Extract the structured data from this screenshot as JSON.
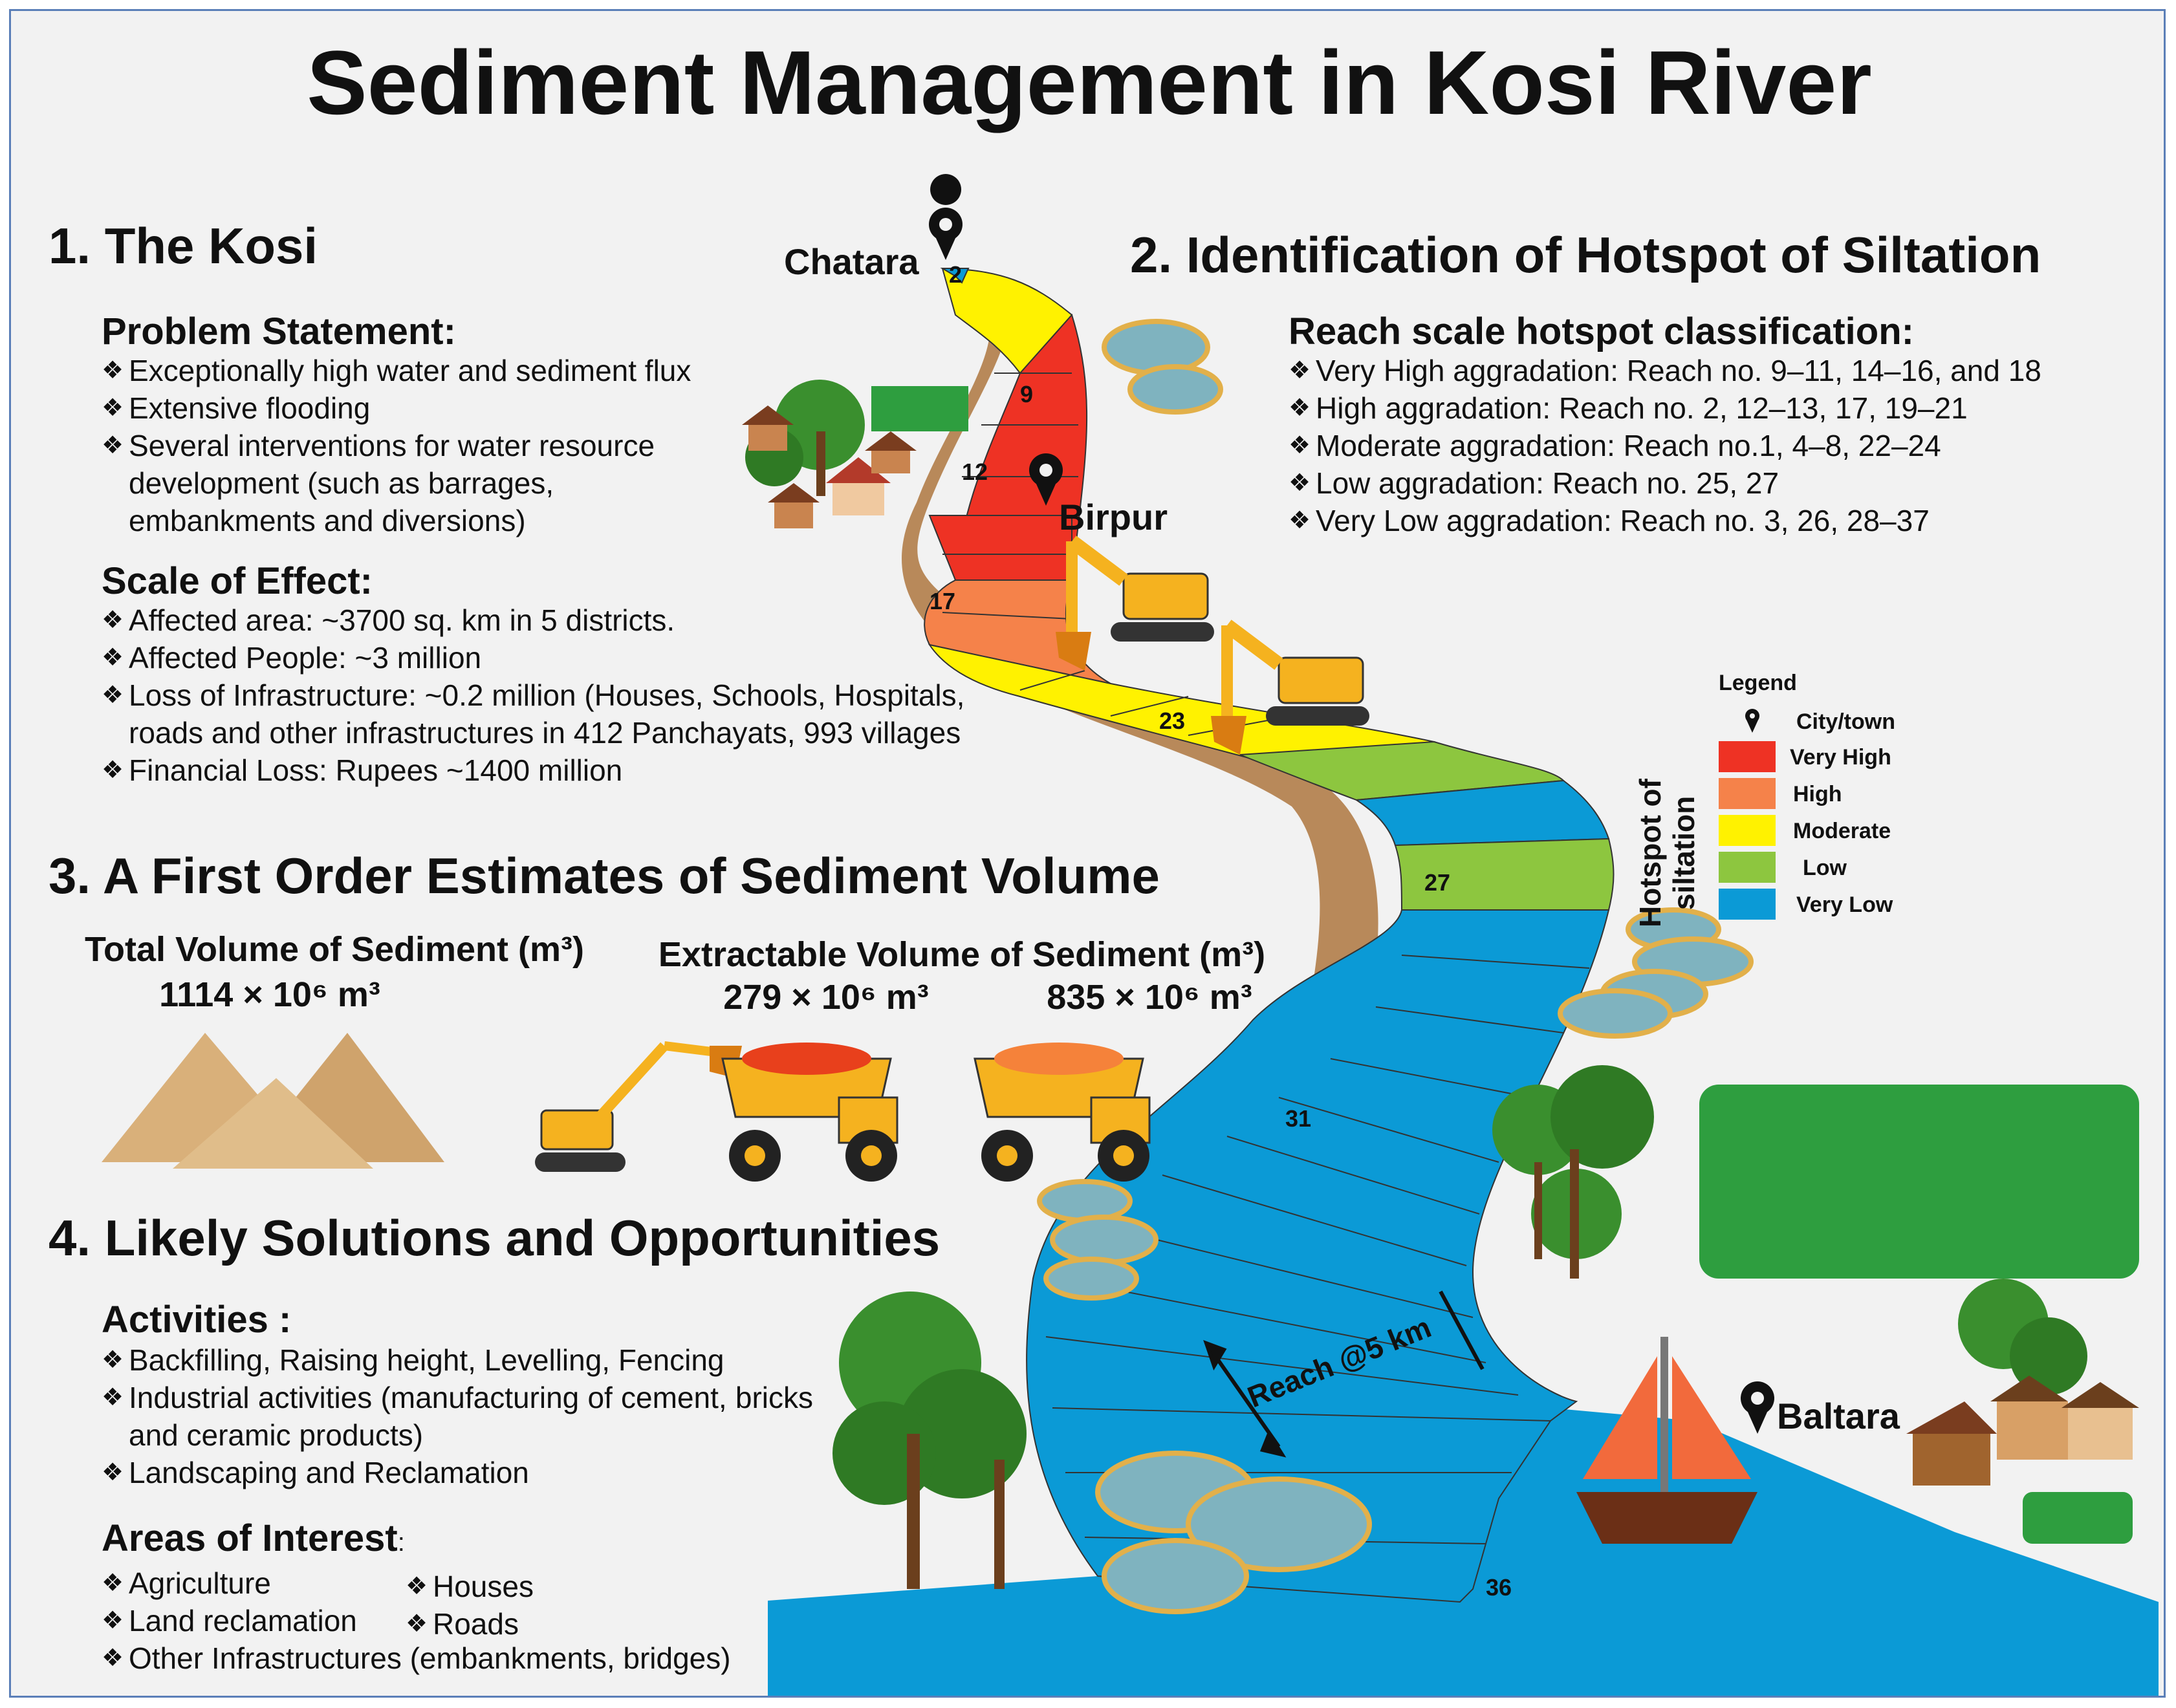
{
  "title": "Sediment Management in Kosi River",
  "section1": {
    "heading": "1. The Kosi",
    "problem_heading": "Problem Statement:",
    "problem_items": [
      "Exceptionally high water and sediment flux",
      "Extensive flooding",
      "Several interventions for water resource development  (such as barrages, embankments and diversions)"
    ],
    "effect_heading": "Scale of Effect:",
    "effect_items": [
      "Affected area: ~3700 sq. km in 5 districts.",
      "Affected People: ~3 million",
      "Loss of Infrastructure: ~0.2 million (Houses, Schools, Hospitals, roads and other infrastructures in 412 Panchayats, 993 villages",
      "Financial Loss: Rupees ~1400 million"
    ]
  },
  "section2": {
    "heading": "2. Identification of Hotspot of Siltation",
    "sub_heading": "Reach scale hotspot classification:",
    "items": [
      "Very High aggradation: Reach no. 9–11, 14–16, and 18",
      "High aggradation: Reach no. 2, 12–13, 17, 19–21",
      "Moderate aggradation: Reach no.1, 4–8, 22–24",
      "Low aggradation: Reach no. 25, 27",
      "Very Low  aggradation: Reach no. 3, 26, 28–37"
    ]
  },
  "section3": {
    "heading": "3. A First Order Estimates of Sediment Volume",
    "total_label": "Total Volume of Sediment (m³)",
    "total_value": "1114 × 10⁶ m³",
    "extract_label": "Extractable Volume of Sediment (m³)",
    "extract_value_1": "279 × 10⁶ m³",
    "extract_value_2": "835 × 10⁶ m³"
  },
  "section4": {
    "heading": "4. Likely Solutions and Opportunities",
    "activities_heading": "Activities :",
    "activities_items": [
      "Backfilling,  Raising height, Levelling, Fencing",
      "Industrial  activities  (manufacturing  of  cement, bricks and ceramic products)",
      "Landscaping and Reclamation"
    ],
    "interest_heading": "Areas of Interest",
    "interest_colon": ":",
    "interest_col1": [
      "Agriculture",
      "Land reclamation",
      "Other Infrastructures (embankments, bridges)"
    ],
    "interest_col2": [
      "Houses",
      "Roads"
    ]
  },
  "legend": {
    "title": "Legend",
    "city_label": "City/town",
    "axis_label_1": "Hotspot of",
    "axis_label_2": "siltation",
    "classes": [
      {
        "label": "Very High",
        "color": "#ee3224"
      },
      {
        "label": "High",
        "color": "#f5824a"
      },
      {
        "label": "Moderate",
        "color": "#fff200"
      },
      {
        "label": "Low",
        "color": "#8dc63f"
      },
      {
        "label": "Very Low",
        "color": "#0b9ad6"
      }
    ]
  },
  "map": {
    "places": [
      "Chatara",
      "Birpur",
      "Baltara"
    ],
    "reach_numbers": [
      "2",
      "9",
      "12",
      "17",
      "23",
      "27",
      "31",
      "36"
    ],
    "reach_scale": "Reach @5 km"
  },
  "colors": {
    "very_high": "#ee3224",
    "high": "#f5824a",
    "moderate": "#fff200",
    "low": "#8dc63f",
    "very_low": "#0b9ad6",
    "bank": "#b8895a",
    "border": "#5b7fb8"
  }
}
